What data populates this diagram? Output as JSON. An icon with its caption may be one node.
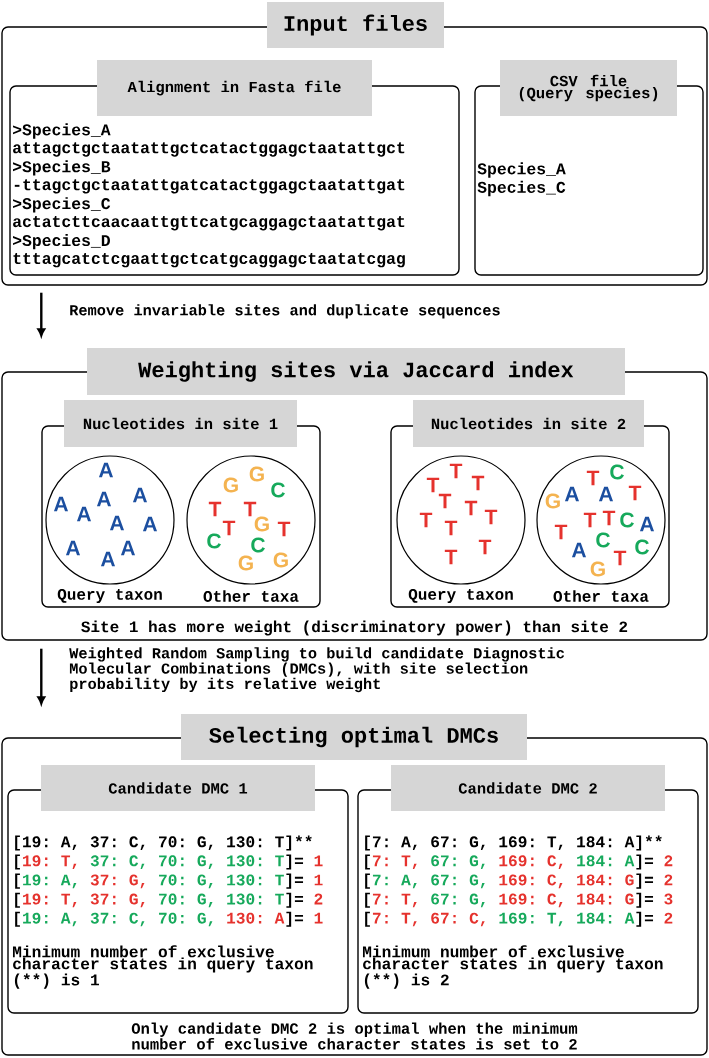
{
  "diagram": {
    "nodes": [
      {
        "text": [
          "Input files"
        ]
      },
      {
        "text": [
          "Alignment in Fasta file",
          ">Species_A",
          "attagctgctaatattgctcatactggagctaatattgct",
          ">Species_B",
          "-ttagctgctaatattgatcatactggagctaatattgat",
          ">Species_C",
          "actatcttcaacaattgttcatgcaggagctaatattgat",
          ">Species_D",
          "tttagcatctcgaattgctcatgcaggagctaatatcgag"
        ],
        "in": 0
      },
      {
        "text": [
          "CSV file (Query species)",
          "Species_A",
          "Species_C"
        ],
        "in": 0
      },
      {
        "text": [
          "Weighting sites via Jaccard index",
          "Site 1 has more weight (discriminatory power) than site 2"
        ]
      },
      {
        "text": [
          "Nucleotides in site 1"
        ],
        "in": 3
      },
      {
        "text": [
          "A",
          "A",
          "A",
          "A",
          "A",
          "A",
          "A",
          "A",
          "A",
          "A"
        ],
        "beside": [
          "Query taxon"
        ],
        "in": 4
      },
      {
        "text": [
          "G",
          "G",
          "C",
          "T",
          "T",
          "T",
          "G",
          "T",
          "C",
          "C",
          "G",
          "G"
        ],
        "beside": [
          "Other taxa"
        ],
        "in": 4
      },
      {
        "text": [
          "Nucleotides in site 2"
        ],
        "in": 3
      },
      {
        "text": [
          "T",
          "T",
          "T",
          "T",
          "T",
          "T",
          "T",
          "T",
          "T",
          "T"
        ],
        "beside": [
          "Query taxon"
        ],
        "in": 7
      },
      {
        "text": [
          "T",
          "C",
          "G",
          "A",
          "A",
          "T",
          "T",
          "T",
          "C",
          "A",
          "T",
          "C",
          "A",
          "C",
          "T",
          "G"
        ],
        "beside": [
          "Other taxa"
        ],
        "in": 7
      },
      {
        "text": [
          "Selecting optimal DMCs",
          "Only candidate DMC 2 is optimal when the minimum number of exclusive character states is set to 2"
        ]
      },
      {
        "text": [
          "Candidate DMC 1",
          "[19: A, 37: C, 70: G, 130: T]**",
          "[",
          "19: T,",
          "37: C, 70: G, 130: T",
          "]=",
          "1",
          "[",
          "19: A,",
          "37: G,",
          "70: G, 130: T",
          "]=",
          "1",
          "[",
          "19: T, 37: G,",
          "70: G, 130: T",
          "]=",
          "2",
          "[",
          "19: A, 37: C, 70: G,",
          "130: A",
          "]=",
          "1",
          "Minimum number of exclusive character states in query taxon (**) is 1"
        ],
        "in": 10
      },
      {
        "text": [
          "Candidate DMC 2",
          "[7: A, 67: G, 169: T, 184: A]**",
          "[",
          "7: T,",
          "67: G,",
          "169: C,",
          "184: A",
          "]=",
          "2",
          "[",
          "7: A, 67: G,",
          "169: C, 184: G",
          "]=",
          "2",
          "[",
          "7: T,",
          "67: G,",
          "169: C, 184: G",
          "]=",
          "3",
          "[",
          "7: T, 67: C,",
          "169: T, 184: A",
          "]=",
          "2",
          "Minimum number of exclusive character states in query taxon (**) is 2"
        ],
        "in": 10
      }
    ],
    "edges": [
      {
        "from": 0,
        "to": 3,
        "arrow": "to",
        "label": "Remove invariable sites and duplicate sequences"
      },
      {
        "from": 3,
        "to": 10,
        "arrow": "to",
        "label": "Weighted Random Sampling to build candidate Diagnostic Molecular Combinations (DMCs), with site selection probability by its relative weight"
      }
    ]
  }
}
